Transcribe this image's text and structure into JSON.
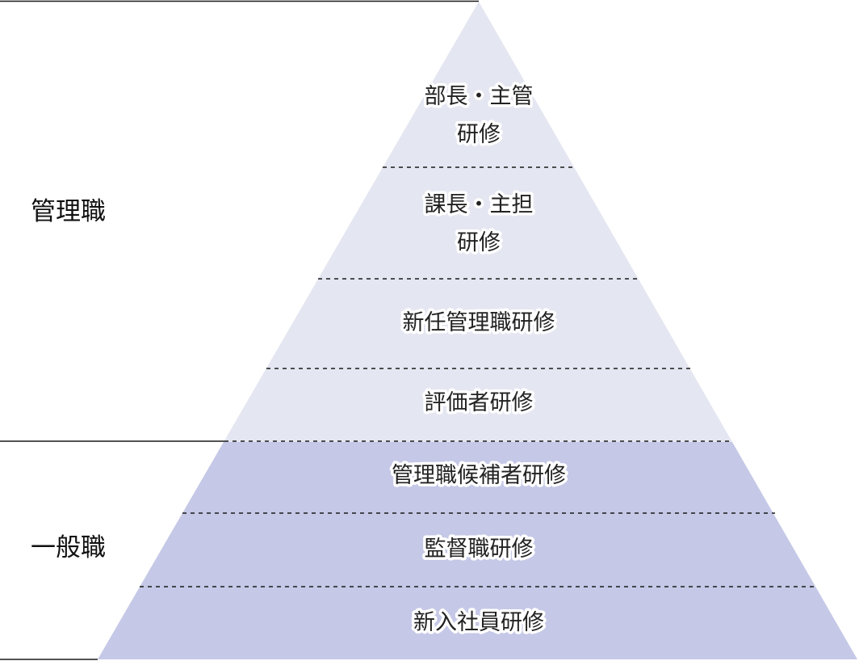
{
  "groups": [
    {
      "label": "管理職"
    },
    {
      "label": "一般職"
    }
  ],
  "tiers": [
    {
      "lines": [
        "部長・主管",
        "研修"
      ],
      "group": 0
    },
    {
      "lines": [
        "課長・主担",
        "研修"
      ],
      "group": 0
    },
    {
      "lines": [
        "新任管理職研修"
      ],
      "group": 0
    },
    {
      "lines": [
        "評価者研修"
      ],
      "group": 0
    },
    {
      "lines": [
        "管理職候補者研修"
      ],
      "group": 1
    },
    {
      "lines": [
        "監督職研修"
      ],
      "group": 1
    },
    {
      "lines": [
        "新入社員研修"
      ],
      "group": 1
    }
  ],
  "colors": {
    "management_fill": "#e4e6f1",
    "general_fill": "#c5c8e6",
    "rule": "#1a1a1a"
  }
}
